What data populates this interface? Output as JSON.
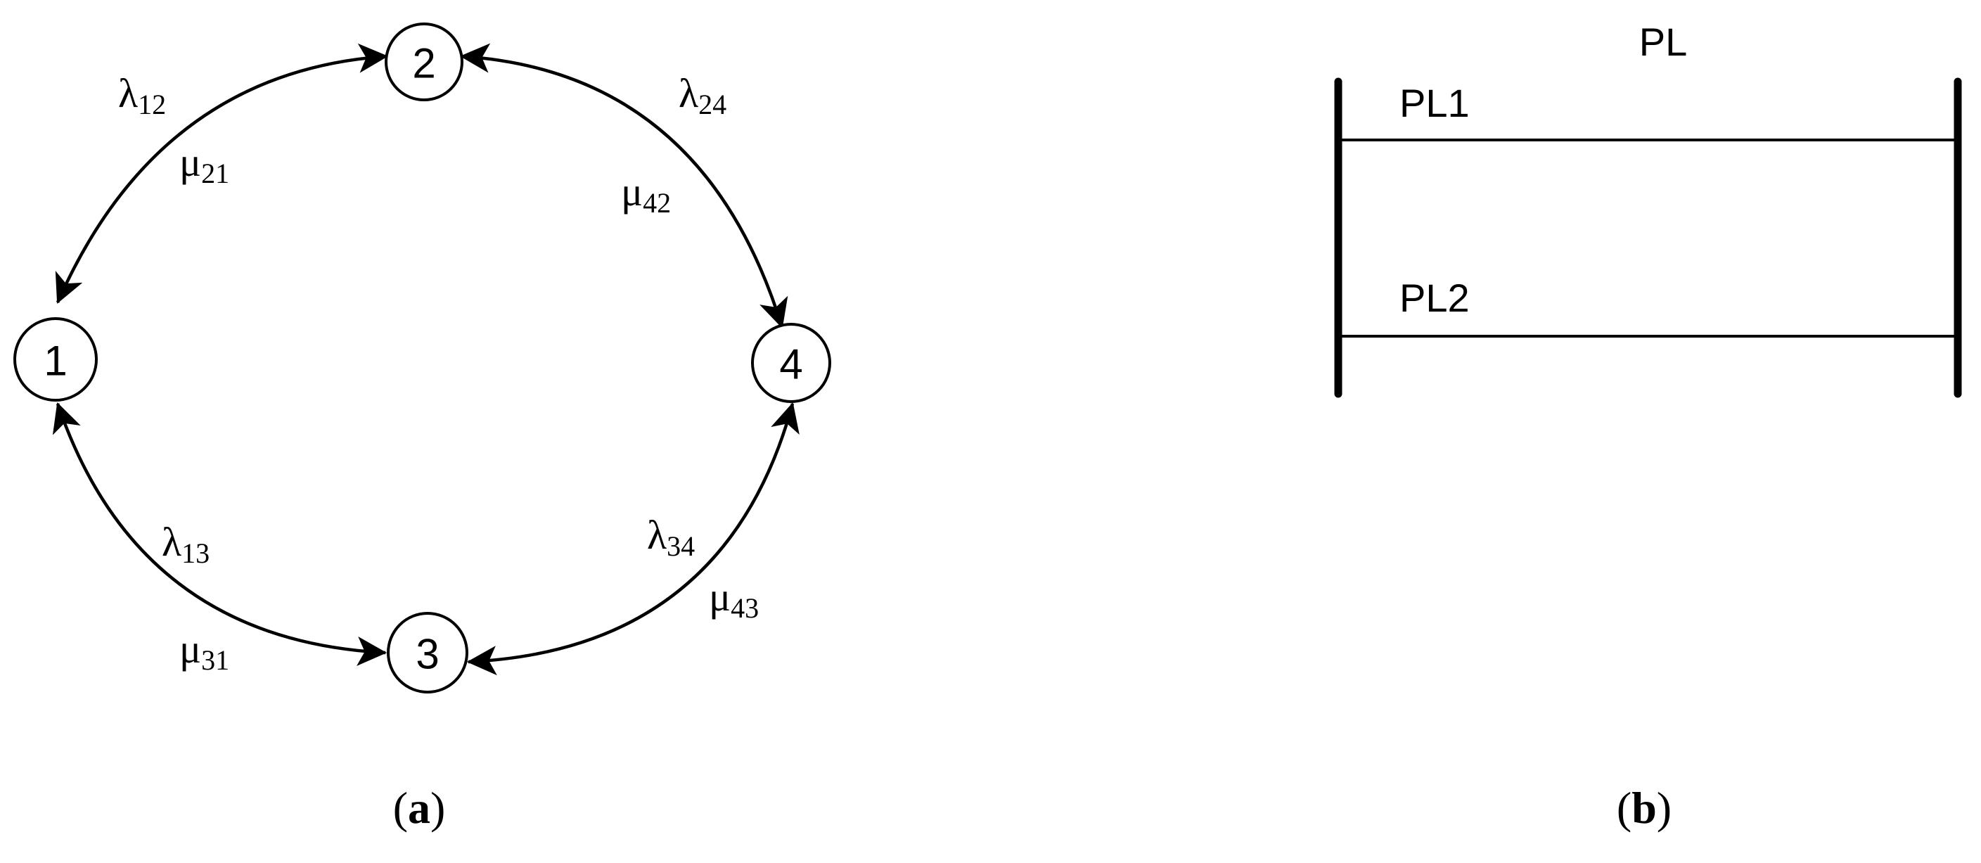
{
  "panel_a": {
    "nodes": [
      {
        "id": "1",
        "label": "1"
      },
      {
        "id": "2",
        "label": "2"
      },
      {
        "id": "3",
        "label": "3"
      },
      {
        "id": "4",
        "label": "4"
      }
    ],
    "transitions": [
      {
        "from": "1",
        "to": "2"
      },
      {
        "from": "2",
        "to": "4"
      },
      {
        "from": "1",
        "to": "3"
      },
      {
        "from": "3",
        "to": "4"
      }
    ],
    "rates": {
      "lambda12": {
        "symbol": "λ",
        "sub": "12"
      },
      "mu21": {
        "symbol": "μ",
        "sub": "21"
      },
      "lambda24": {
        "symbol": "λ",
        "sub": "24"
      },
      "mu42": {
        "symbol": "μ",
        "sub": "42"
      },
      "lambda13": {
        "symbol": "λ",
        "sub": "13"
      },
      "mu31": {
        "symbol": "μ",
        "sub": "31"
      },
      "lambda34": {
        "symbol": "λ",
        "sub": "34"
      },
      "mu43": {
        "symbol": "μ",
        "sub": "43"
      }
    },
    "caption": {
      "open": "(",
      "letter": "a",
      "close": ")"
    }
  },
  "panel_b": {
    "title": "PL",
    "lines": [
      {
        "label": "PL1"
      },
      {
        "label": "PL2"
      }
    ],
    "caption": {
      "open": "(",
      "letter": "b",
      "close": ")"
    }
  }
}
